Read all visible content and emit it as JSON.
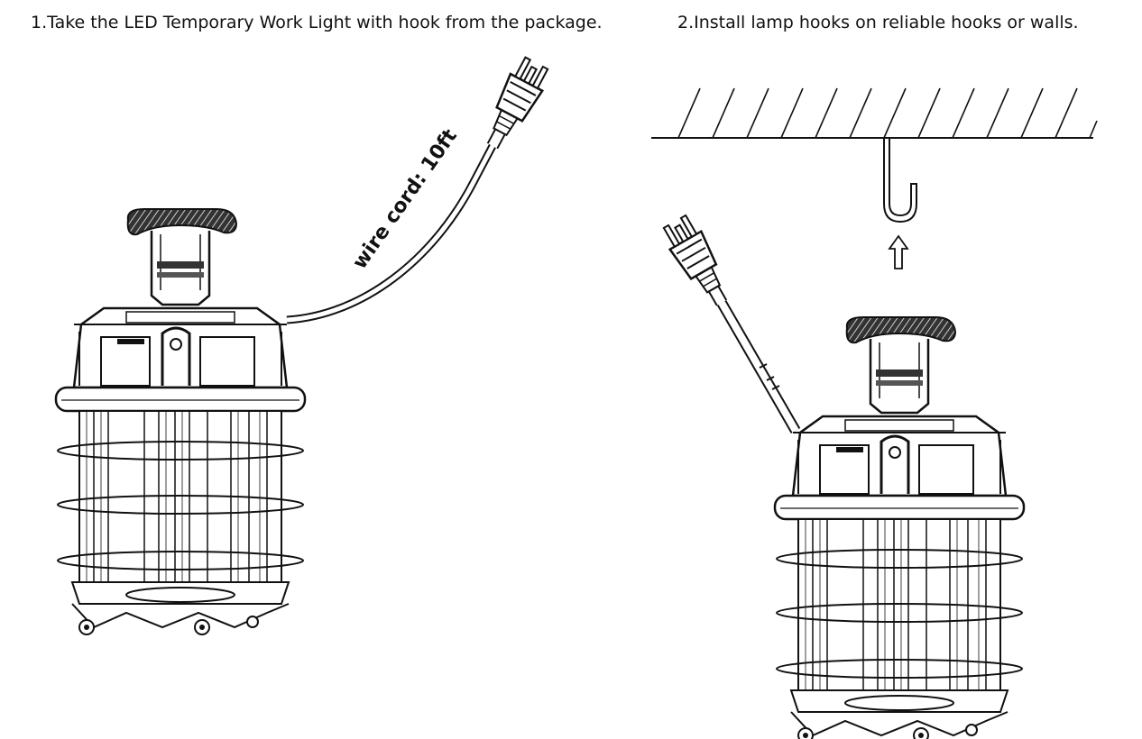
{
  "steps": [
    {
      "title": "1.Take the LED Temporary Work Light with hook from the package."
    },
    {
      "title": "2.Install lamp hooks on reliable hooks or walls."
    }
  ],
  "annotations": {
    "cord_length": "wire cord: 10ft"
  }
}
